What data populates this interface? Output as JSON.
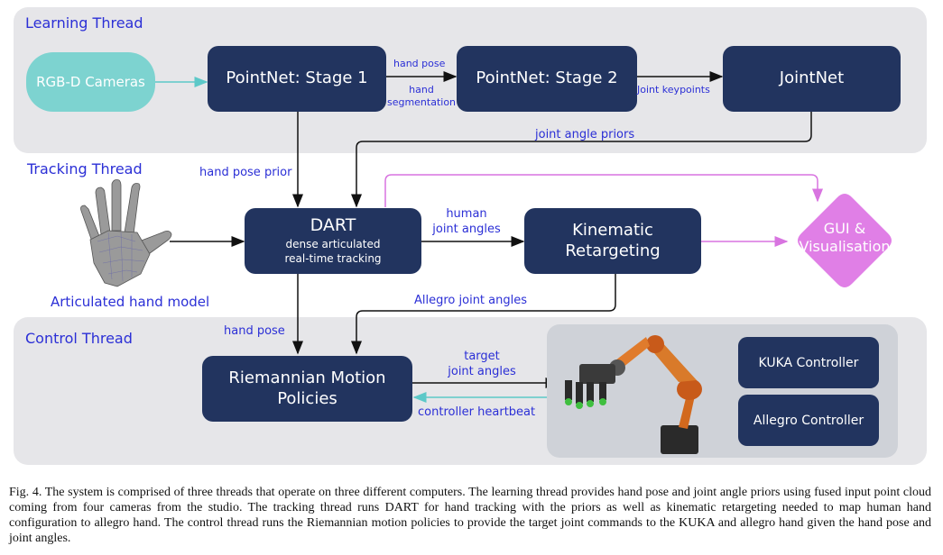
{
  "threads": {
    "learning": "Learning Thread",
    "tracking": "Tracking Thread",
    "control": "Control Thread"
  },
  "nodes": {
    "rgbd": "RGB-D Cameras",
    "pointnet1": "PointNet: Stage 1",
    "pointnet2": "PointNet: Stage 2",
    "jointnet": "JointNet",
    "dart_title": "DART",
    "dart_sub1": "dense articulated",
    "dart_sub2": "real-time tracking",
    "kin1": "Kinematic",
    "kin2": "Retargeting",
    "gui1": "GUI &",
    "gui2": "Visualisation",
    "rmp1": "Riemannian Motion",
    "rmp2": "Policies",
    "kuka": "KUKA Controller",
    "allegro": "Allegro Controller",
    "hand_model": "Articulated hand model"
  },
  "edges": {
    "hand_pose_small": "hand pose",
    "hand_seg1": "hand",
    "hand_seg2": "segmentation",
    "joint_keypoints": "Joint keypoints",
    "joint_angle_priors": "joint angle priors",
    "hand_pose_prior": "hand pose prior",
    "human_joint1": "human",
    "human_joint2": "joint angles",
    "allegro_joint_angles": "Allegro joint angles",
    "hand_pose": "hand pose",
    "target1": "target",
    "target2": "joint angles",
    "controller_heartbeat": "controller heartbeat"
  },
  "colors": {
    "node": "#22345f",
    "pill": "#7dd3d0",
    "label": "#2b2fd6",
    "gui": "#e07fe6",
    "panel": "#e6e6e9"
  },
  "caption": "Fig. 4.   The system is comprised of three threads that operate on three different computers. The learning thread provides hand pose and joint angle priors using fused input point cloud coming from four cameras from the studio. The tracking thread runs DART for hand tracking with the priors as well as kinematic retargeting needed to map human hand configuration to allegro hand. The control thread runs the Riemannian motion policies to provide the target joint commands to the KUKA and allegro hand given the hand pose and joint angles."
}
